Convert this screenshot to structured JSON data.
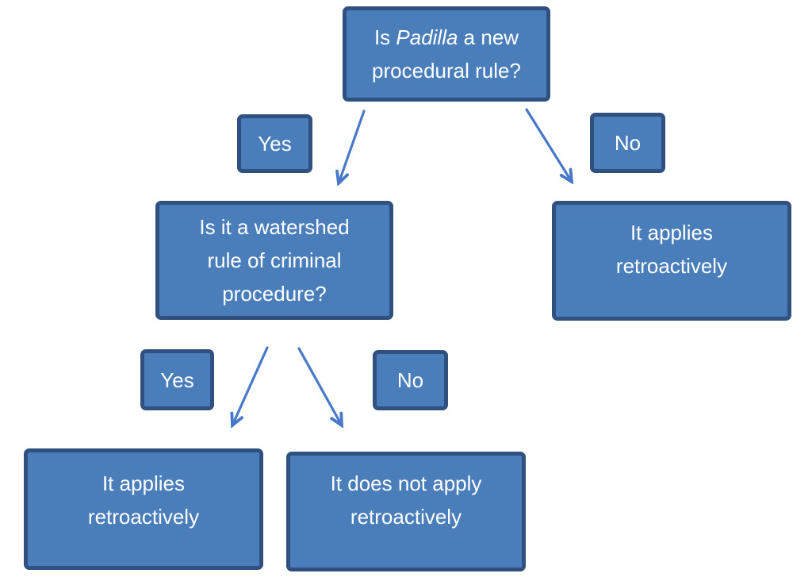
{
  "colors": {
    "box_fill": "#4a7ebb",
    "box_border": "#30517f",
    "arrow_color": "#4878c8",
    "text_color": "#ffffff",
    "background": "#ffffff"
  },
  "nodes": {
    "question_top": {
      "text_prefix": "Is ",
      "text_italic": "Padilla",
      "text_suffix": " a new procedural rule?"
    },
    "branch1_yes_label": "Yes",
    "branch1_no_label": "No",
    "question_watershed": "Is it a watershed rule of criminal procedure?",
    "result_applies_right": "It applies retroactively",
    "branch2_yes_label": "Yes",
    "branch2_no_label": "No",
    "result_applies_left": "It applies retroactively",
    "result_not_apply": "It does not apply retroactively"
  },
  "edges": [
    {
      "from": "question_top",
      "to": "question_watershed",
      "label": "Yes"
    },
    {
      "from": "question_top",
      "to": "result_applies_right",
      "label": "No"
    },
    {
      "from": "question_watershed",
      "to": "result_applies_left",
      "label": "Yes"
    },
    {
      "from": "question_watershed",
      "to": "result_not_apply",
      "label": "No"
    }
  ]
}
